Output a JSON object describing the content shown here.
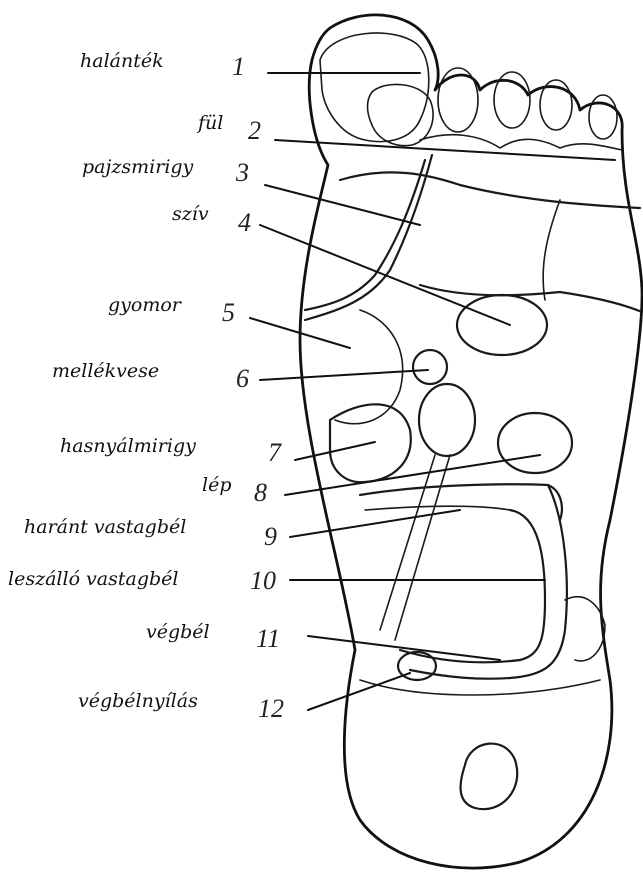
{
  "items": [
    {
      "number": "1",
      "label": "halánték"
    },
    {
      "number": "2",
      "label": "fül"
    },
    {
      "number": "3",
      "label": "pajzsmirigy"
    },
    {
      "number": "4",
      "label": "szív"
    },
    {
      "number": "5",
      "label": "gyomor"
    },
    {
      "number": "6",
      "label": "mellékvese"
    },
    {
      "number": "7",
      "label": "hasnyálmirigy"
    },
    {
      "number": "8",
      "label": "lép"
    },
    {
      "number": "9",
      "label": "haránt vastagbél"
    },
    {
      "number": "10",
      "label": "leszálló vastagbél"
    },
    {
      "number": "11",
      "label": "végbél"
    },
    {
      "number": "12",
      "label": "végbélnyílás"
    }
  ]
}
